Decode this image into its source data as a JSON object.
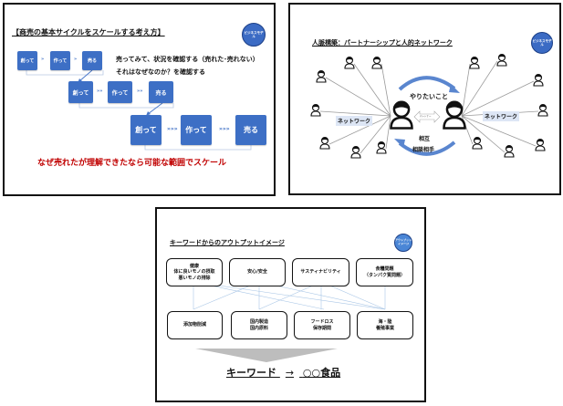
{
  "slides": [
    {
      "title": "【商売の基本サイクルをスケールする考え方】",
      "badge": "ビジネスモデル",
      "rows": [
        {
          "steps": [
            "創って",
            "作って",
            "売る"
          ],
          "separator": "»"
        },
        {
          "steps": [
            "創って",
            "作って",
            "売る"
          ],
          "separator": "»»"
        },
        {
          "steps": [
            "創って",
            "作って",
            "売る"
          ],
          "separator": "»»»"
        }
      ],
      "note_line1": "売ってみて、状況を確認する（売れた･売れない）",
      "note_line2": "それはなぜなのか？を確認する",
      "conclusion": "なぜ売れたが理解できたなら可能な範囲でスケール",
      "colors": {
        "box": "#3d6fc5",
        "conclusion": "#c00000"
      }
    },
    {
      "title": "人脈構築：パートナーシップと人的ネットワーク",
      "badge": "ビジネスモデル",
      "top_arrow_label": "やりたいこと",
      "partner_label": "パートナー",
      "bottom_arrow_label_1": "相互",
      "bottom_arrow_label_2": "相談相手",
      "network_left": "ネットワーク",
      "network_right": "ネットワーク"
    },
    {
      "title": "キーワードからのアウトプットイメージ",
      "badge": "アウトプットイメージ",
      "top_boxes": [
        [
          "健康",
          "体に良いモノの摂取",
          "悪いモノの排除"
        ],
        [
          "安心/安全"
        ],
        [
          "サスティナビリティ"
        ],
        [
          "食糧問題",
          "（タンパク質問題）"
        ]
      ],
      "bottom_boxes": [
        [
          "添加物削減"
        ],
        [
          "国内製造",
          "国内原料"
        ],
        [
          "フードロス",
          "保存期間"
        ],
        [
          "海・陸",
          "養殖事業"
        ]
      ],
      "result_left": "キーワード",
      "result_arrow": "→",
      "result_right": "○○食品"
    }
  ]
}
